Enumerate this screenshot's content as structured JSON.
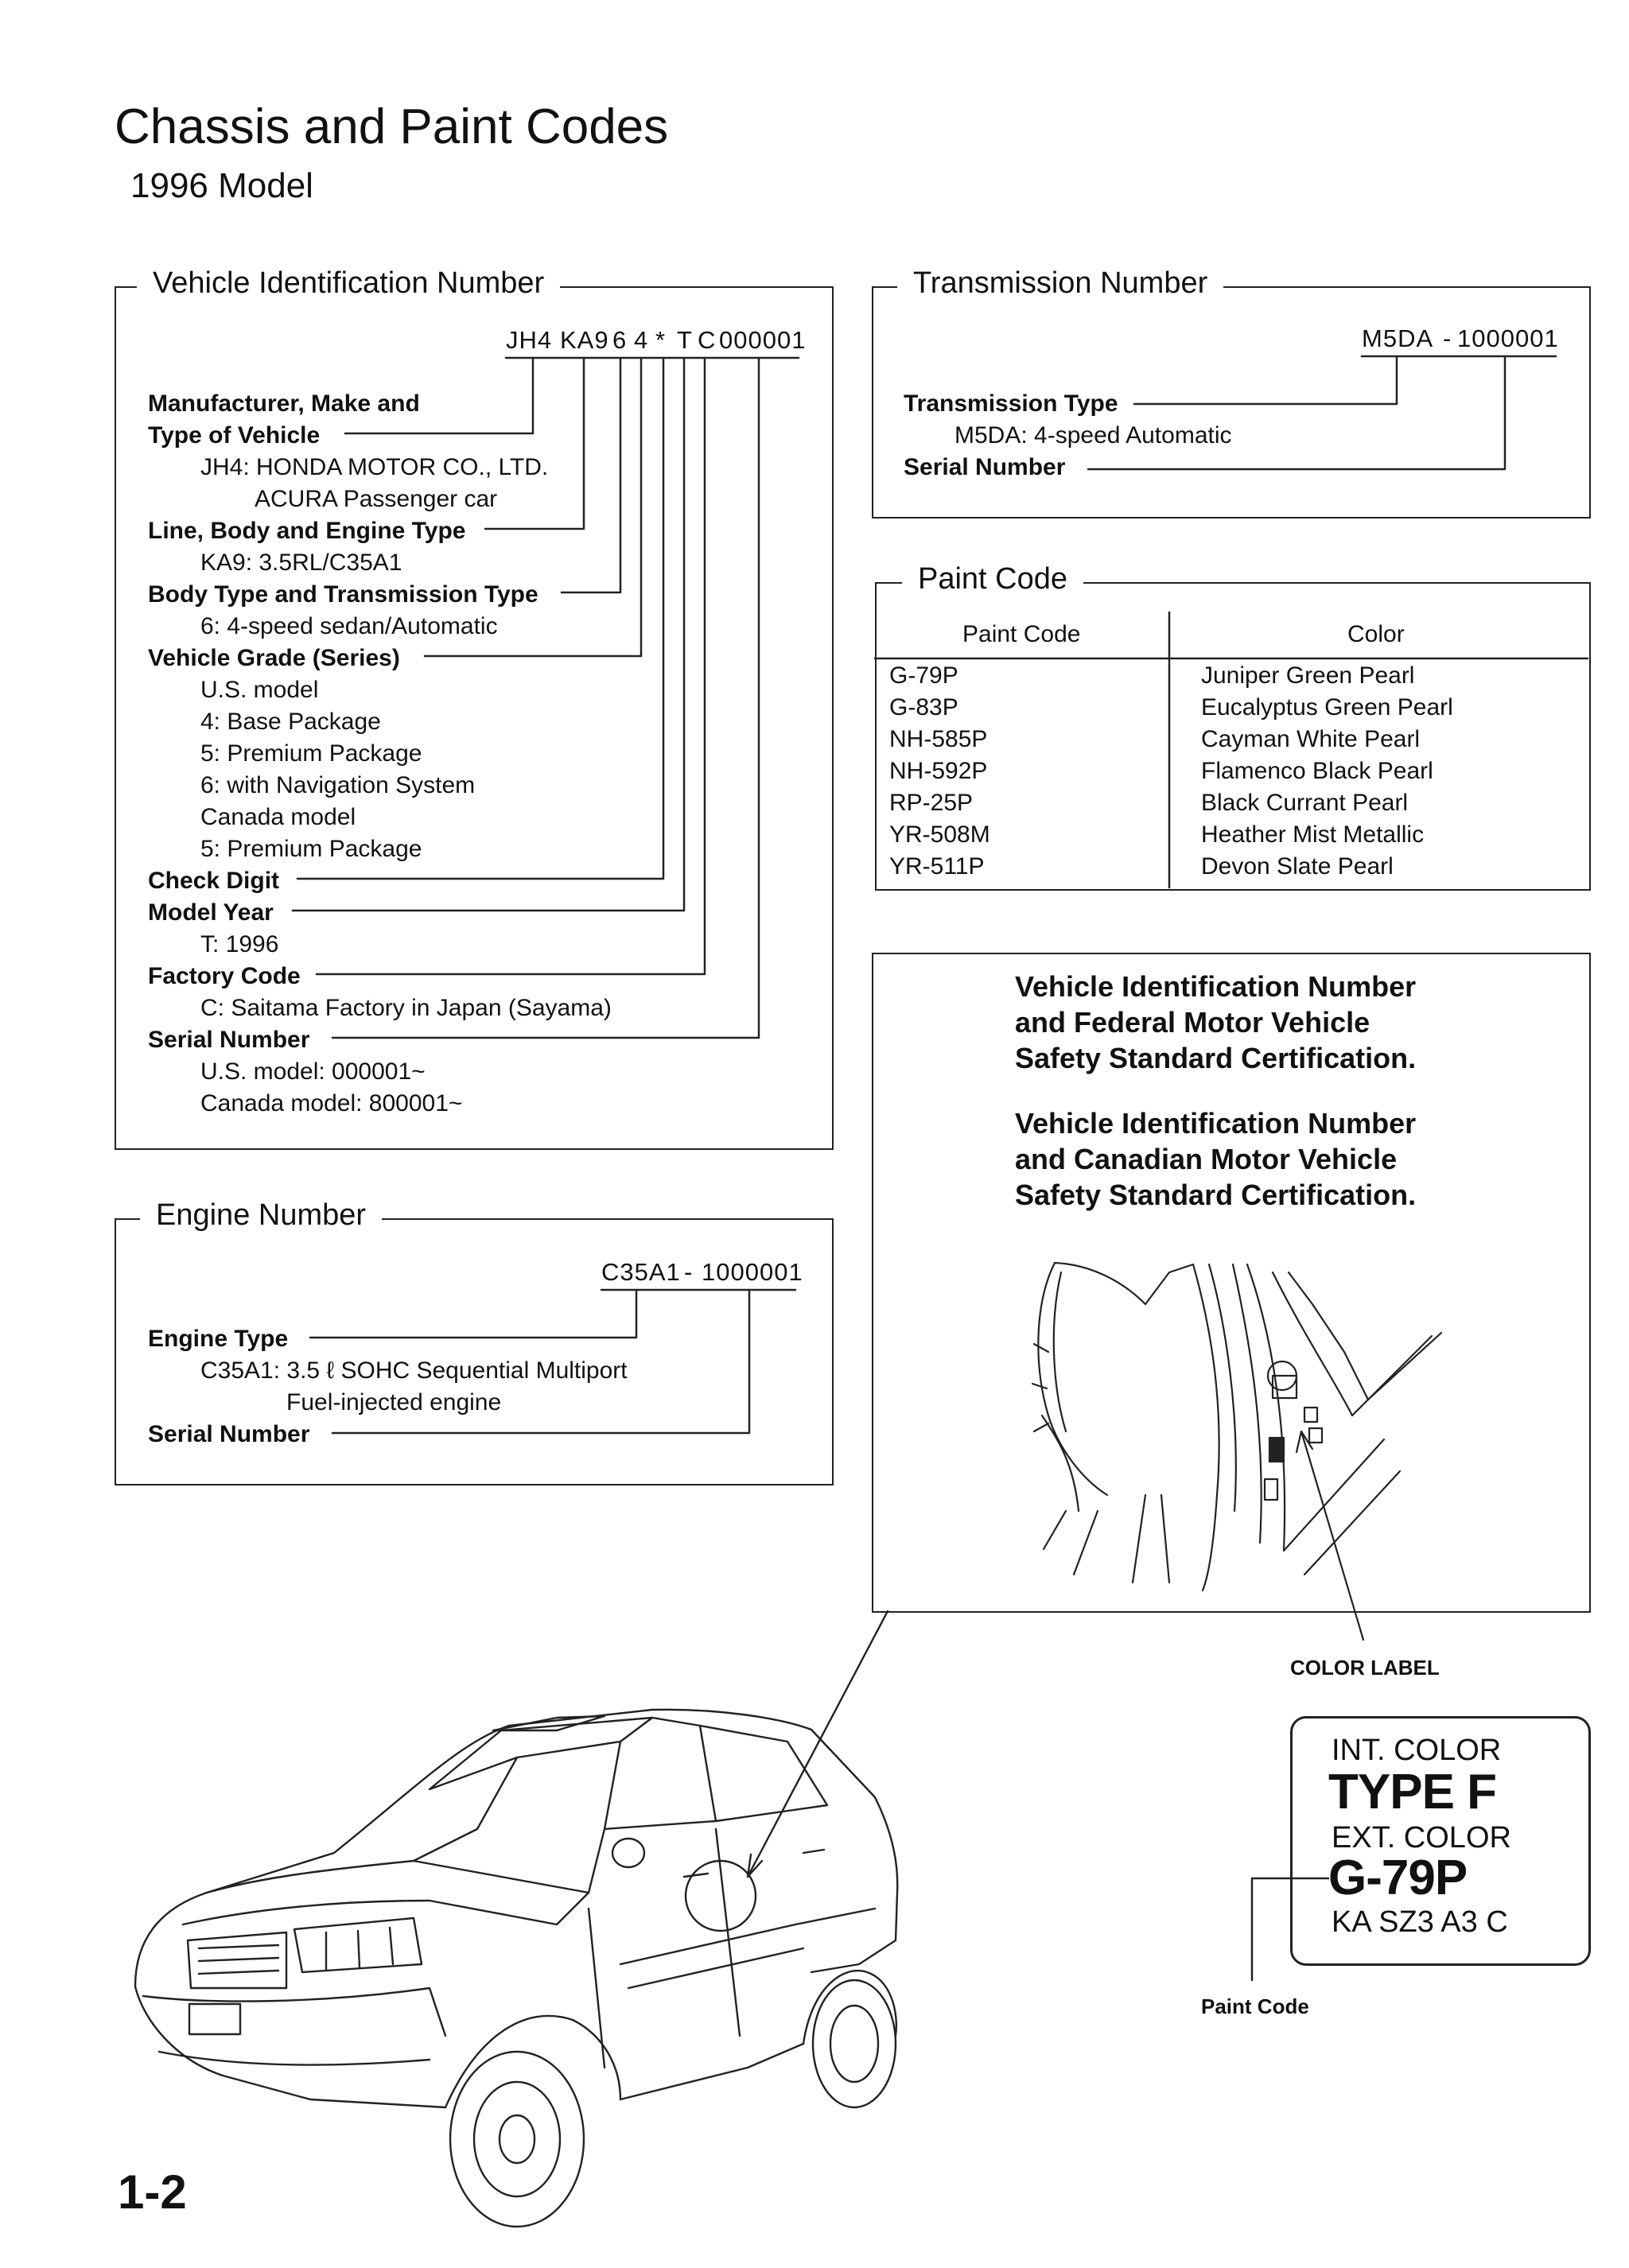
{
  "header": {
    "title": "Chassis and Paint Codes",
    "subtitle": "1996 Model"
  },
  "vin": {
    "title": "Vehicle Identification Number",
    "code_parts": [
      "JH4",
      "KA9",
      "6",
      "4",
      "*",
      "T",
      "C",
      "000001"
    ],
    "sections": [
      {
        "label": "Manufacturer, Make and",
        "label2": "Type of Vehicle",
        "lines": [
          "JH4: HONDA MOTOR CO., LTD.",
          "ACURA Passenger car"
        ]
      },
      {
        "label": "Line, Body and Engine Type",
        "lines": [
          "KA9: 3.5RL/C35A1"
        ]
      },
      {
        "label": "Body Type and Transmission Type",
        "lines": [
          "6: 4-speed sedan/Automatic"
        ]
      },
      {
        "label": "Vehicle Grade (Series)",
        "lines": [
          "U.S. model",
          "4: Base Package",
          "5: Premium Package",
          "6: with Navigation System",
          "Canada model",
          "5: Premium Package"
        ]
      },
      {
        "label": "Check Digit",
        "lines": []
      },
      {
        "label": "Model Year",
        "lines": [
          "T: 1996"
        ]
      },
      {
        "label": "Factory Code",
        "lines": [
          "C: Saitama Factory in Japan (Sayama)"
        ]
      },
      {
        "label": "Serial Number",
        "lines": [
          "U.S. model: 000001~",
          "Canada model: 800001~"
        ]
      }
    ]
  },
  "transmission": {
    "title": "Transmission Number",
    "code_type": "M5DA",
    "code_sep": "-",
    "code_serial": "1000001",
    "type_label": "Transmission Type",
    "type_value": "M5DA: 4-speed Automatic",
    "serial_label": "Serial Number"
  },
  "paint": {
    "title": "Paint Code",
    "headers": [
      "Paint Code",
      "Color"
    ],
    "rows": [
      {
        "code": "G-79P",
        "color": "Juniper  Green  Pearl"
      },
      {
        "code": "G-83P",
        "color": "Eucalyptus Green Pearl"
      },
      {
        "code": "NH-585P",
        "color": "Cayman White Pearl"
      },
      {
        "code": "NH-592P",
        "color": "Flamenco Black Pearl"
      },
      {
        "code": "RP-25P",
        "color": "Black Currant Pearl"
      },
      {
        "code": "YR-508M",
        "color": "Heather Mist Metallic"
      },
      {
        "code": "YR-511P",
        "color": "Devon Slate Pearl"
      }
    ]
  },
  "certification": {
    "paragraph1": [
      "Vehicle  Identification  Number",
      "and Federal Motor Vehicle",
      "Safety  Standard  Certification."
    ],
    "paragraph2": [
      "Vehicle  Identification  Number",
      "and Canadian Motor Vehicle",
      "Safety  Standard  Certification."
    ]
  },
  "engine": {
    "title": "Engine  Number",
    "code_type": "C35A1",
    "code_sep": "-",
    "code_serial": "1000001",
    "type_label": "Engine Type",
    "type_value": "C35A1: 3.5 ℓ SOHC Sequential Multiport",
    "type_value2": "Fuel-injected engine",
    "serial_label": "Serial Number"
  },
  "color_label": {
    "caption": "COLOR LABEL",
    "int_label": "INT. COLOR",
    "int_value": "TYPE F",
    "ext_label": "EXT. COLOR",
    "ext_value": "G-79P",
    "footer": "KA  SZ3  A3  C",
    "paint_code_caption": "Paint Code"
  },
  "page_number": "1-2"
}
